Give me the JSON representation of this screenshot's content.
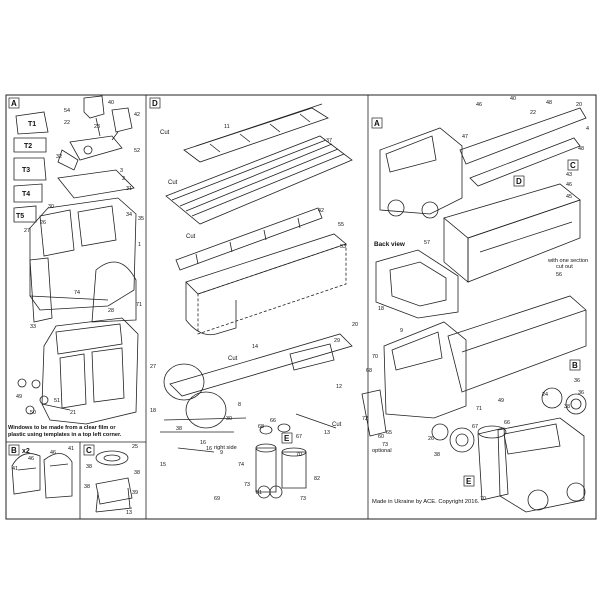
{
  "sections": {
    "A": "A",
    "B": "B",
    "B_qty": "x2",
    "C": "C",
    "D": "D",
    "E": "E",
    "A2": "A",
    "C2": "C",
    "D2": "D",
    "B2": "B",
    "E2": "E"
  },
  "templates": [
    "T1",
    "T2",
    "T3",
    "T4",
    "T5"
  ],
  "notes": {
    "windows_line1": "Windows to be made from a clear film or",
    "windows_line2": "plastic using templates in a top left corner.",
    "back_view": "Back view",
    "with_one_section_line1": "with one section",
    "with_one_section_line2": "cut out",
    "optional": "optional",
    "right_side": "right side",
    "copyright": "Made in Ukraine by ACE. Copyright 2016."
  },
  "cut_labels": [
    "Cut",
    "Cut",
    "Cut",
    "Cut",
    "Cut"
  ],
  "part_numbers": {
    "panelA": [
      "54",
      "22",
      "40",
      "42",
      "52",
      "23",
      "32",
      "3",
      "2",
      "31",
      "30",
      "34",
      "35",
      "26",
      "27",
      "1",
      "74",
      "71",
      "33",
      "28",
      "49",
      "50",
      "51",
      "21"
    ],
    "panelB": [
      "41",
      "46",
      "46",
      "41"
    ],
    "panelC": [
      "25",
      "38",
      "38",
      "38",
      "39",
      "13"
    ],
    "panelD": [
      "11",
      "37",
      "42",
      "55",
      "53",
      "20",
      "14",
      "29",
      "27",
      "12",
      "8",
      "16",
      "13",
      "38",
      "15",
      "16",
      "30",
      "9",
      "18",
      "68",
      "73",
      "74",
      "70",
      "81",
      "69",
      "73",
      "67",
      "66",
      "82"
    ],
    "panelRight": [
      "46",
      "40",
      "48",
      "22",
      "20",
      "4",
      "48",
      "43",
      "46",
      "45",
      "57",
      "56",
      "47",
      "18",
      "9",
      "70",
      "68",
      "24",
      "38",
      "36",
      "36",
      "71",
      "72",
      "60",
      "65",
      "73",
      "26",
      "38",
      "49",
      "66",
      "67",
      "70"
    ]
  }
}
